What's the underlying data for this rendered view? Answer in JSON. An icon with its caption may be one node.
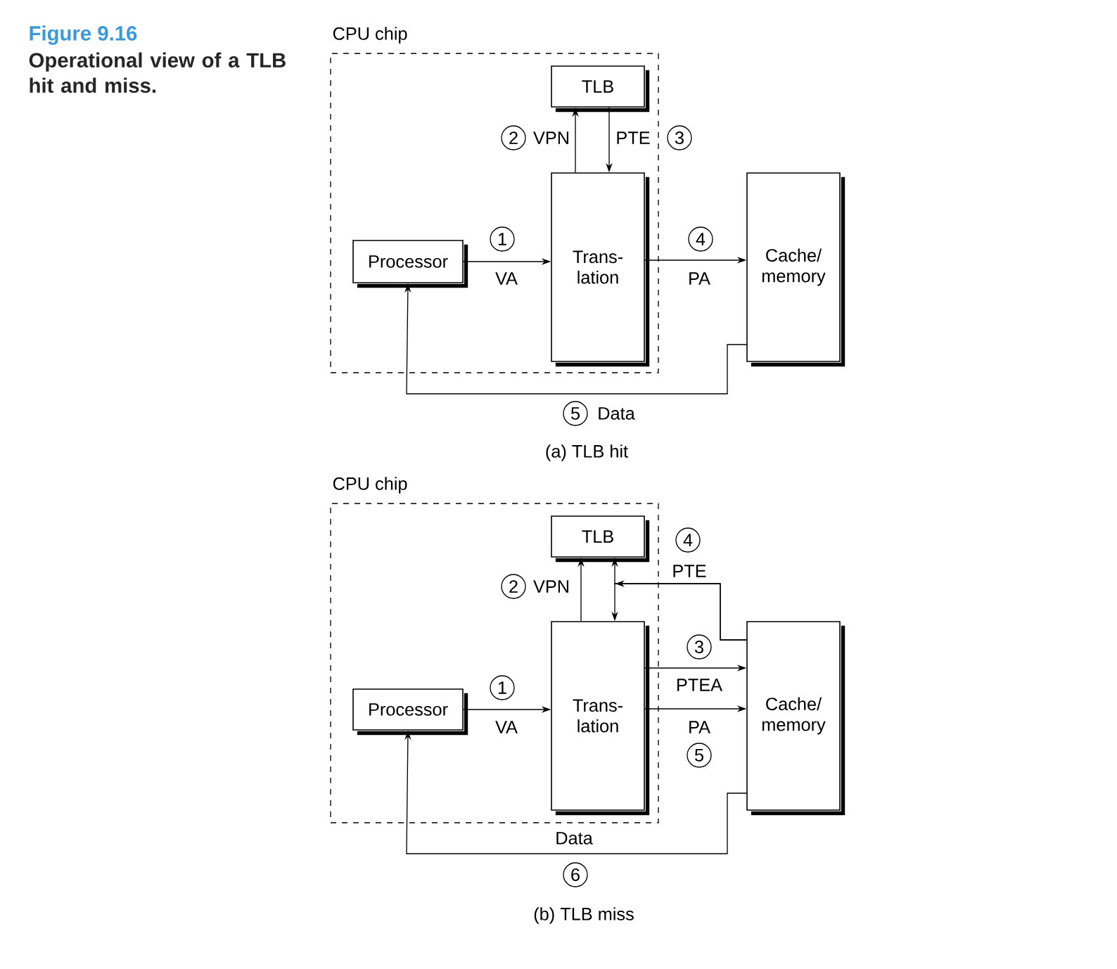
{
  "diagram": {
    "title": "Figure 9.16",
    "caption": "Operational view of a TLB hit and miss.",
    "nodes": [
      {
        "text": [
          "CPU chip"
        ]
      },
      {
        "text": [
          "TLB"
        ],
        "in": 0
      },
      {
        "text": [
          "Trans- lation"
        ],
        "in": 0
      },
      {
        "text": [
          "Processor"
        ],
        "in": 0
      },
      {
        "text": [
          "Cache/ memory"
        ]
      },
      {
        "text": [
          "CPU chip"
        ]
      },
      {
        "text": [
          "TLB"
        ],
        "in": 5
      },
      {
        "text": [
          "Trans- lation"
        ],
        "in": 5
      },
      {
        "text": [
          "Processor"
        ],
        "in": 5
      },
      {
        "text": [
          "Cache/ memory"
        ]
      }
    ],
    "edges": [
      {
        "from": 3,
        "to": 2,
        "arrow": "to",
        "label": "VA"
      },
      {
        "from": 2,
        "to": 1,
        "arrow": "to",
        "label": "VPN"
      },
      {
        "from": 1,
        "to": 2,
        "arrow": "to",
        "label": "PTE"
      },
      {
        "from": 2,
        "to": 4,
        "arrow": "to",
        "label": "PA"
      },
      {
        "from": 4,
        "to": 3,
        "arrow": "to",
        "label": "Data"
      },
      {
        "from": 8,
        "to": 7,
        "arrow": "to",
        "label": "VA"
      },
      {
        "from": 7,
        "to": 6,
        "arrow": "to",
        "label": "VPN"
      },
      {
        "from": 9,
        "to": 6,
        "arrow": "to",
        "label": "PTE"
      },
      {
        "from": 9,
        "to": 7,
        "arrow": "to"
      },
      {
        "from": 7,
        "to": 9,
        "arrow": "to",
        "label": "PTEA"
      },
      {
        "from": 7,
        "to": 9,
        "arrow": "to",
        "label": "PA"
      },
      {
        "from": 9,
        "to": 8,
        "arrow": "to",
        "label": "Data"
      }
    ],
    "labels": [
      "2",
      "3",
      "1",
      "4",
      "5",
      "(a) TLB hit",
      "4",
      "2",
      "3",
      "1",
      "5",
      "6",
      "(b) TLB miss"
    ]
  }
}
